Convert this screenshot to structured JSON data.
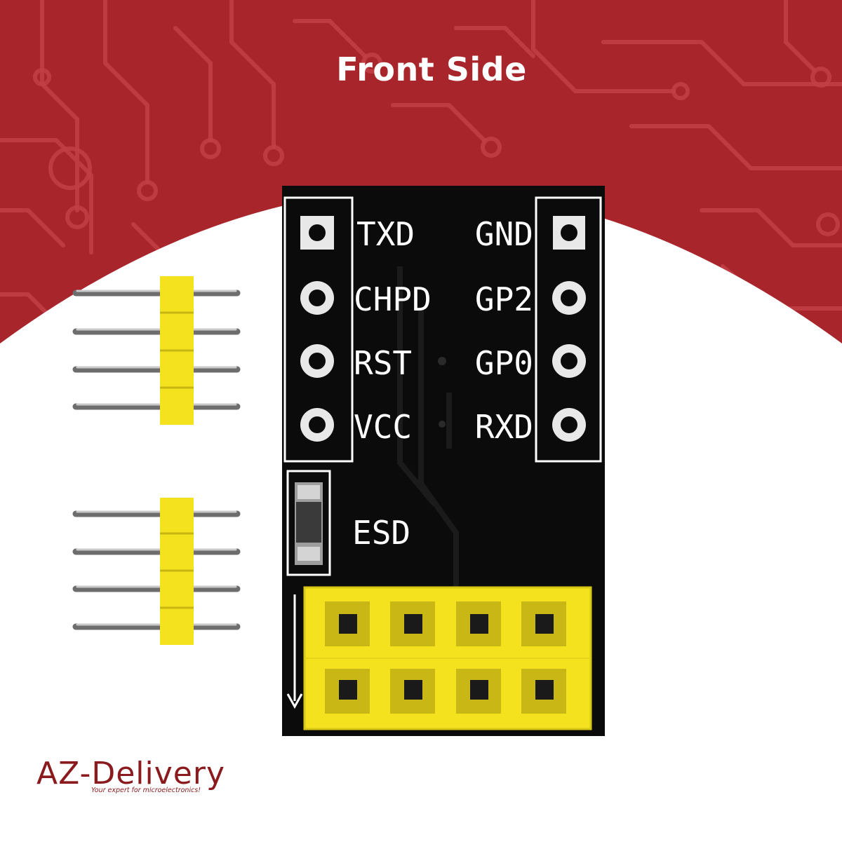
{
  "header": {
    "title": "Front Side"
  },
  "pcb": {
    "left_pins": [
      "TXD",
      "CHPD",
      "RST",
      "VCC"
    ],
    "right_pins": [
      "GND",
      "GP2",
      "GP0",
      "RXD"
    ],
    "component_label": "ESD"
  },
  "brand": {
    "name": "AZ-Delivery",
    "tagline": "Your expert for microelectronics!"
  },
  "colors": {
    "background_red": "#a8262b",
    "pcb_black": "#0b0b0b",
    "header_yellow": "#f3e21d",
    "brand_red": "#8a1a1e"
  }
}
